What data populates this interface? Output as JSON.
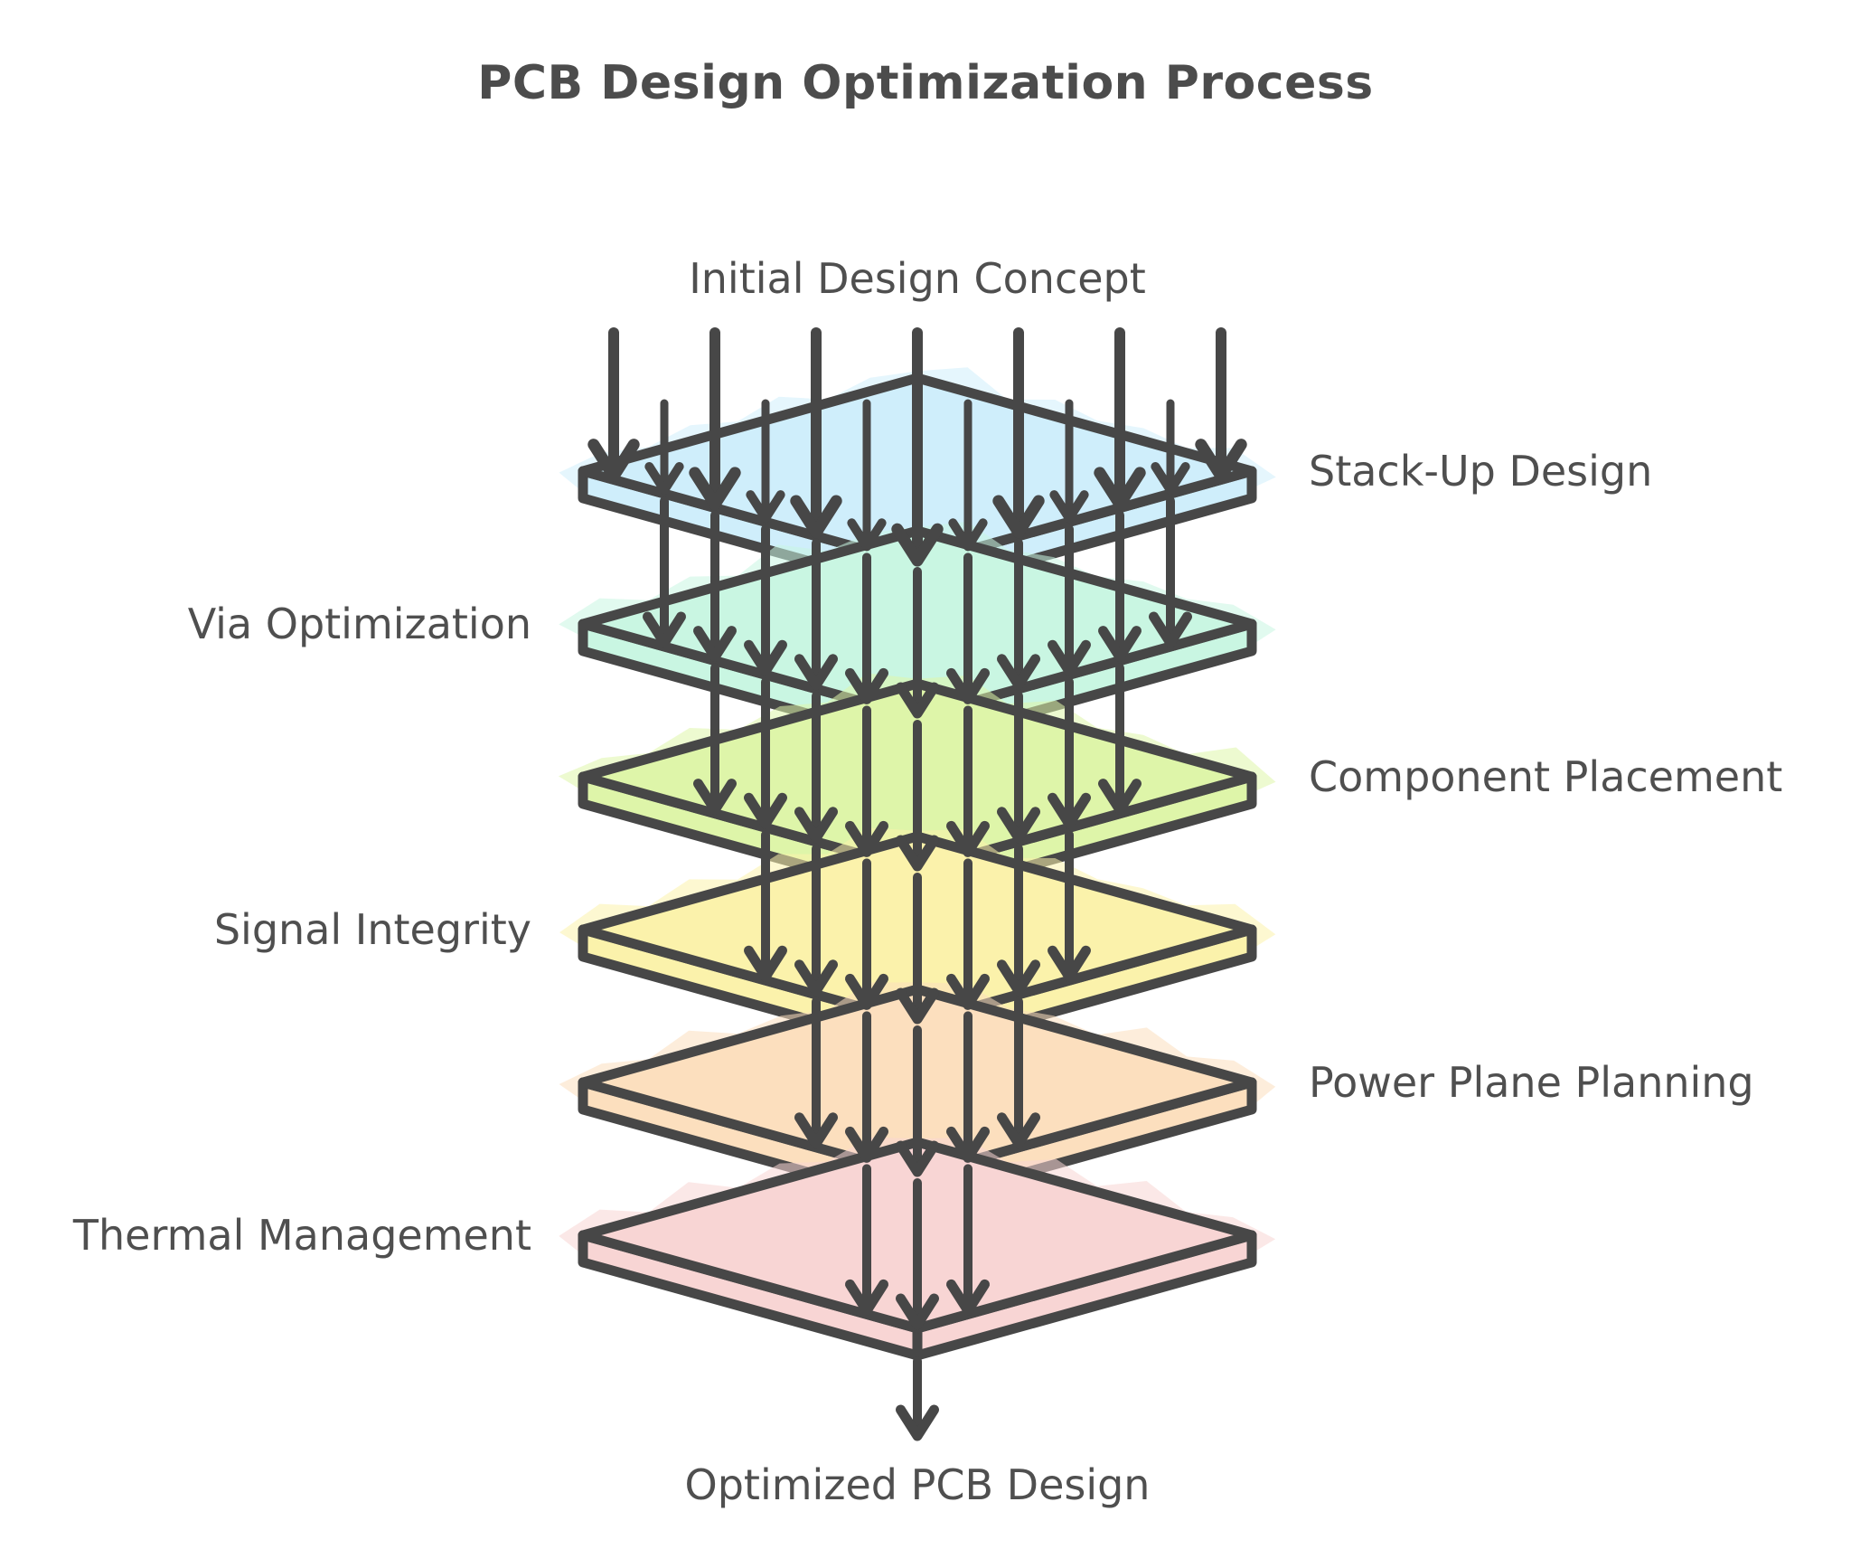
{
  "title": "PCB Design Optimization Process",
  "input_label": "Initial Design Concept",
  "output_label": "Optimized PCB Design",
  "colors": {
    "background": "#ffffff",
    "stroke": "#474747",
    "text": "#4f4f4f",
    "layer_fills": [
      "#cfeefb",
      "#c9f6e2",
      "#def5a9",
      "#fbf2ab",
      "#fcdfbe",
      "#f8d5d4"
    ]
  },
  "layers": [
    {
      "label": "Stack-Up Design",
      "side": "right",
      "fill": "#cfeefb"
    },
    {
      "label": "Via Optimization",
      "side": "left",
      "fill": "#c9f6e2"
    },
    {
      "label": "Component Placement",
      "side": "right",
      "fill": "#def5a9"
    },
    {
      "label": "Signal Integrity",
      "side": "left",
      "fill": "#fbf2ab"
    },
    {
      "label": "Power Plane Planning",
      "side": "right",
      "fill": "#fcdfbe"
    },
    {
      "label": "Thermal Management",
      "side": "left",
      "fill": "#f8d5d4"
    }
  ],
  "arrows": {
    "group_counts": [
      13,
      11,
      9,
      7,
      5,
      3
    ],
    "final_count": 1
  }
}
